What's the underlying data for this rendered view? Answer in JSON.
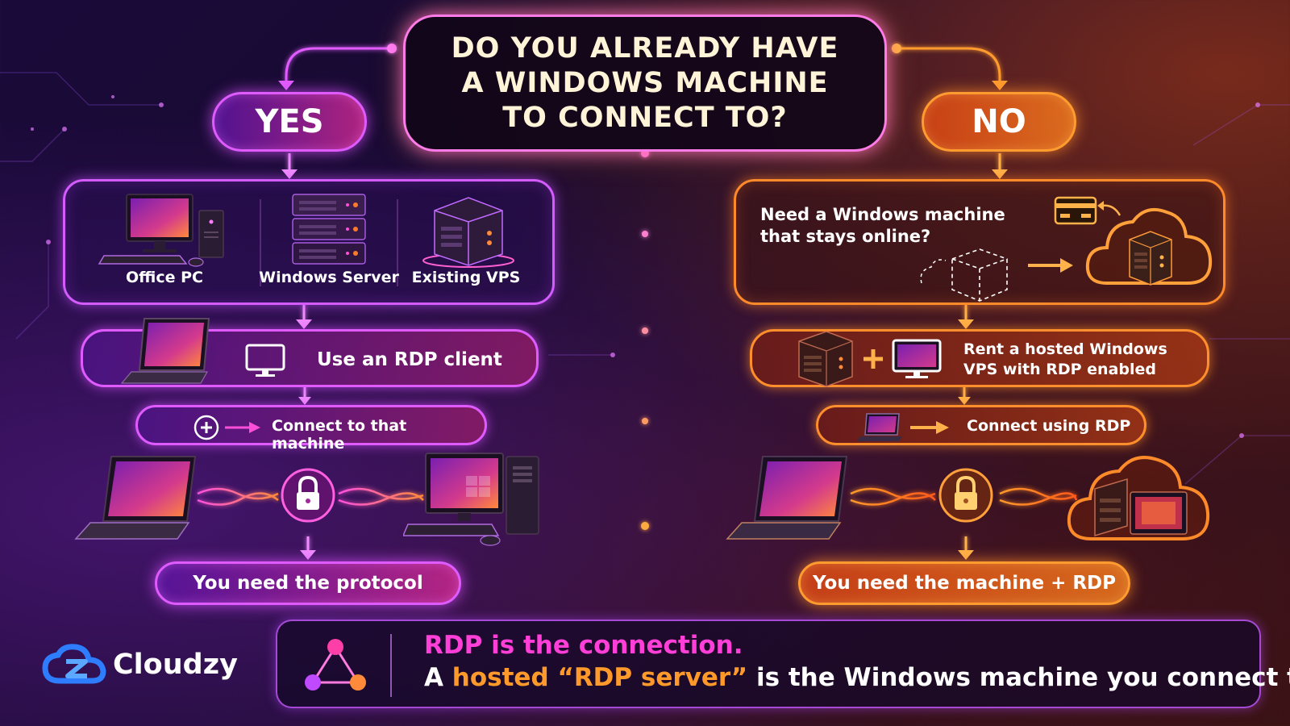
{
  "header": {
    "question_lines": [
      "DO YOU ALREADY HAVE",
      "A WINDOWS MACHINE",
      "TO CONNECT TO?"
    ]
  },
  "yes_branch": {
    "label": "YES",
    "devices": [
      "Office PC",
      "Windows Server",
      "Existing VPS"
    ],
    "step1": "Use an RDP client",
    "step2": "Connect to that machine",
    "result": "You need the protocol"
  },
  "no_branch": {
    "label": "NO",
    "need": "Need a Windows machine that stays online?",
    "step1": "Rent a hosted Windows VPS with RDP enabled",
    "step2": "Connect using RDP",
    "result": "You need the machine + RDP"
  },
  "footer": {
    "brand": "Cloudzy",
    "line1": "RDP is the connection.",
    "line2_prefix": "A",
    "line2_highlight": "hosted “RDP server”",
    "line2_suffix": "is the Windows machine you connect to."
  },
  "colors": {
    "purple_accent": "#e05bff",
    "orange_accent": "#ff8f2c",
    "pink_text": "#ff3fd8",
    "orange_text": "#ff9a2a",
    "brand_blue": "#2f7dff"
  },
  "icons": [
    "desktop-pc-icon",
    "server-rack-icon",
    "vps-box-icon",
    "laptop-icon",
    "monitor-icon",
    "plus-circle-icon",
    "arrow-right-icon",
    "lock-icon",
    "cloud-server-icon",
    "credit-card-icon",
    "dashed-cube-icon",
    "network-triangle-icon",
    "cloudzy-logo-icon"
  ]
}
